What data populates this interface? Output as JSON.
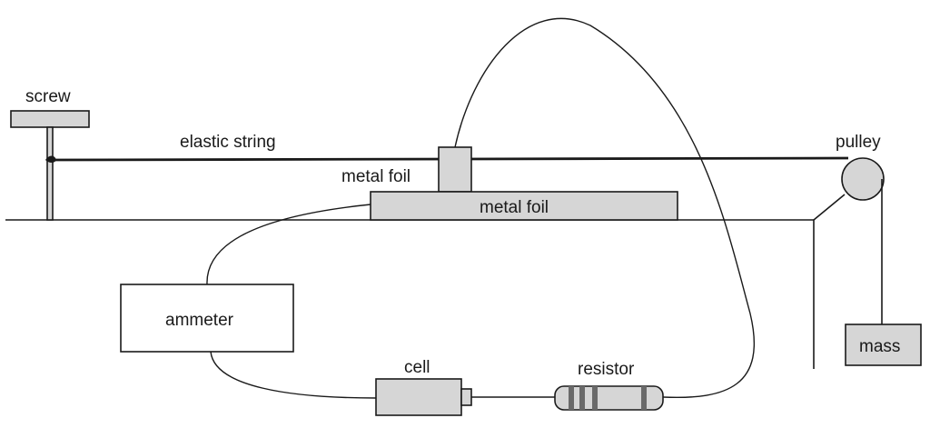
{
  "labels": {
    "screw": "screw",
    "elastic_string": "elastic string",
    "metal_foil_small": "metal foil",
    "metal_foil_large": "metal foil",
    "pulley": "pulley",
    "ammeter": "ammeter",
    "cell": "cell",
    "resistor": "resistor",
    "mass": "mass"
  }
}
